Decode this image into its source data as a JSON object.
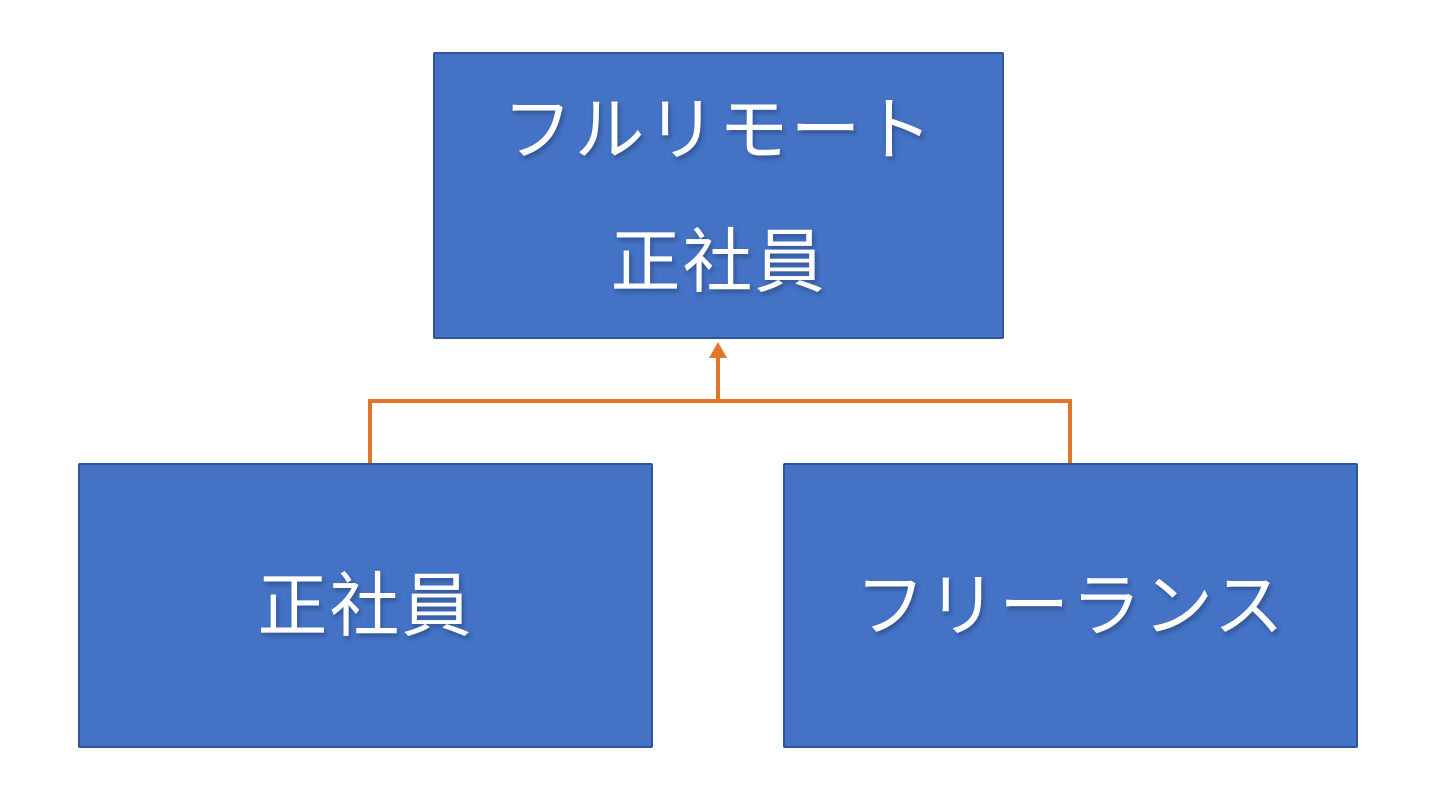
{
  "colors": {
    "node_fill": "#4472C4",
    "node_border": "#2F5597",
    "connector": "#E2772C",
    "text": "#FFFFFF",
    "background": "#FFFFFF"
  },
  "diagram": {
    "type": "hierarchy-flow",
    "nodes": {
      "top": {
        "lines": [
          "フルリモート",
          "正社員"
        ]
      },
      "bottom_left": {
        "label": "正社員"
      },
      "bottom_right": {
        "label": "フリーランス"
      }
    },
    "connector": {
      "shape": "elbow-merge",
      "direction": "bottom-nodes-to-top-node",
      "arrow": "up"
    }
  }
}
